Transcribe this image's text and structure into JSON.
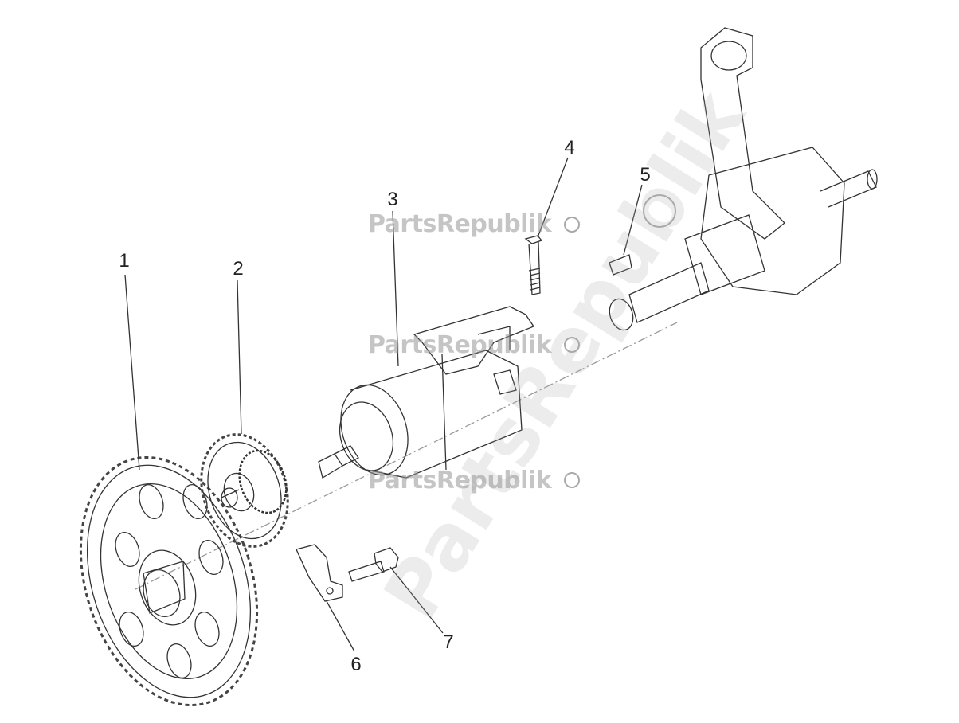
{
  "watermark": {
    "text": "PartsRepublik",
    "color": "#969696"
  },
  "callouts": [
    "1",
    "2",
    "3",
    "4",
    "5",
    "6",
    "7"
  ],
  "line_color": "#333333"
}
